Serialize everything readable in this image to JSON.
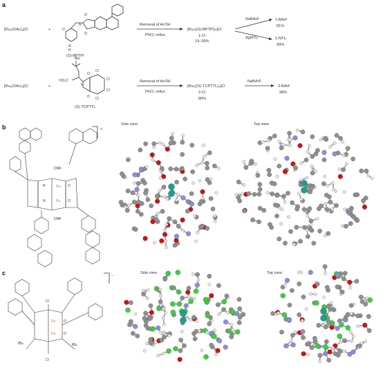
{
  "panels": {
    "a": {
      "letter": "a",
      "row1": {
        "reactant_left": "[Ru₂(OAc)₄]Cl",
        "plus": "+",
        "ligand_name": "(S)-BPTPI",
        "reagent_above": "Removal of AcOH",
        "reagent_below": "PhCl, reflux",
        "product": "[Ru₂((S)-BPTPI)₄]Cl",
        "product_code": "1-Cl",
        "product_yield": "19–35%",
        "branch_top_reagent": "NaBArF",
        "branch_top_product": "1-BArF",
        "branch_top_yield": "81%",
        "branch_bottom_reagent": "AgNTf₂",
        "branch_bottom_product": "1-NTf₂",
        "branch_bottom_yield": "99%"
      },
      "row2": {
        "reactant_left": "[Ru₂(OAc)₄]Cl",
        "plus": "+",
        "ligand_name": "(S)-TCPTTL",
        "reagent_above": "Removal of AcOH",
        "reagent_below": "PhCl, reflux",
        "product": "[Ru₂((S)-TCPTTL)₄]Cl",
        "product_code": "2-Cl",
        "product_yield": "80%",
        "branch_reagent": "NaBArF",
        "branch_product": "2-BArF",
        "branch_yield": "98%"
      }
    },
    "b": {
      "letter": "b",
      "charge": "+",
      "side_view": "Side view",
      "top_view": "Top view",
      "atom_labels": [
        "DMF",
        "DMF",
        "Ru",
        "Ru",
        "N",
        "N",
        "O",
        "O"
      ]
    },
    "c": {
      "letter": "c",
      "charge": "−",
      "side_view": "Side view",
      "top_view": "Top view",
      "atom_labels": [
        "Cl",
        "Cl",
        "Ru",
        "Ru",
        "tBu",
        "tBu",
        "O",
        "O"
      ]
    }
  },
  "colors": {
    "carbon": "#8f8f8f",
    "hydrogen": "#e6e6e6",
    "oxygen": "#d01010",
    "nitrogen": "#8c8ce0",
    "chlorine": "#3ad03a",
    "ruthenium": "#1f9e8e",
    "ru_label": "#e07a38"
  }
}
